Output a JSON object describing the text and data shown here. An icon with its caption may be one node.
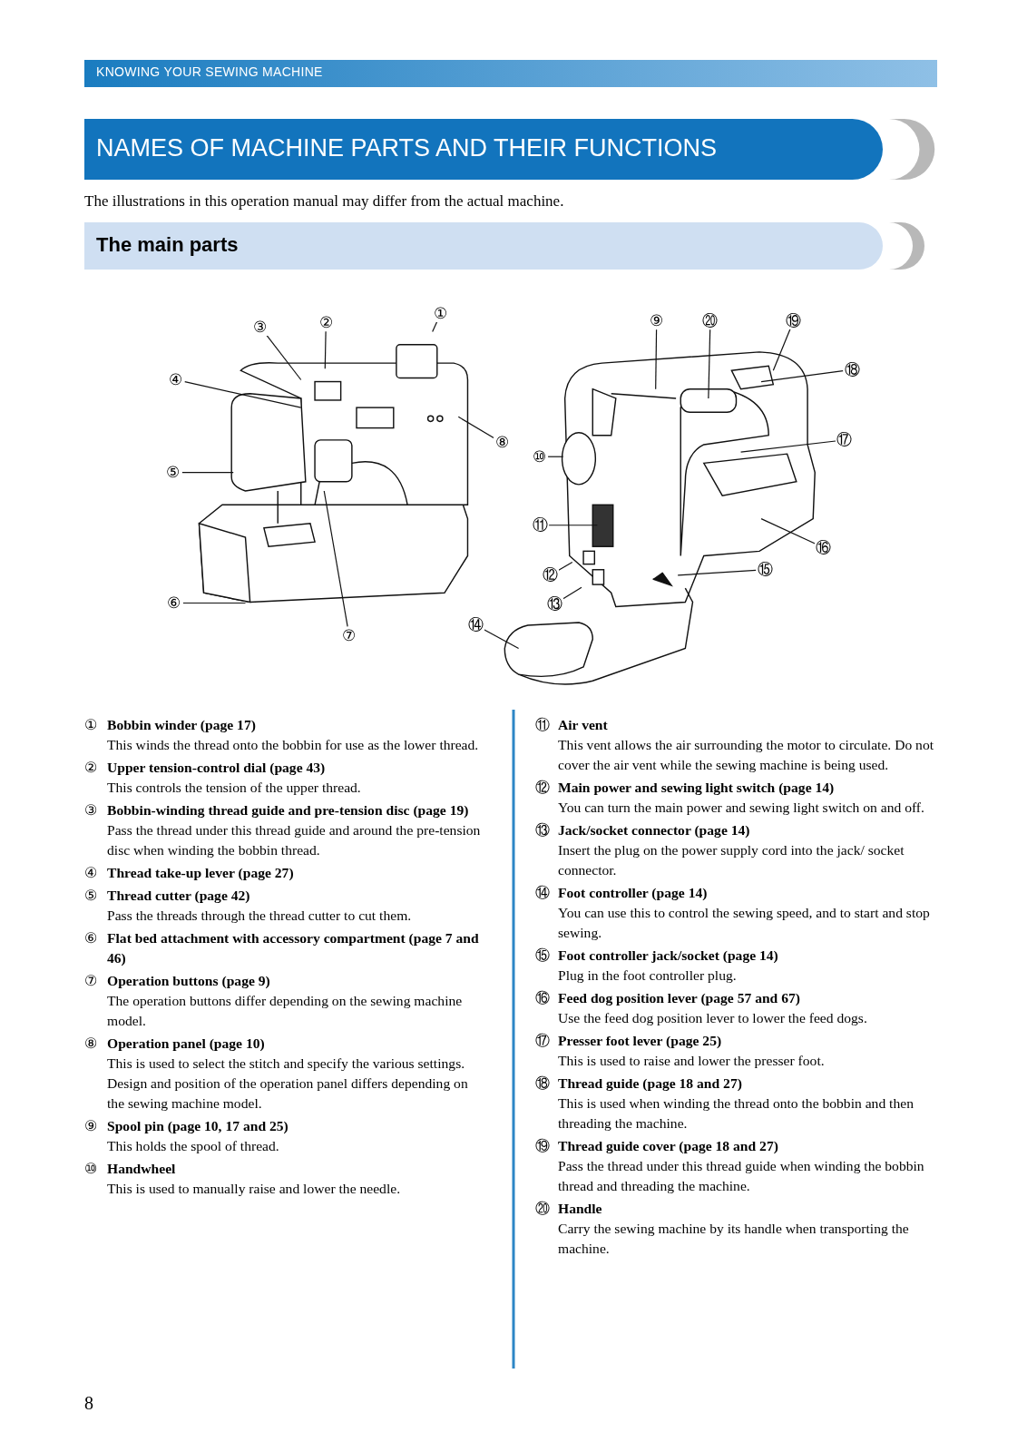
{
  "diagram": {
    "title": "NAMES OF MACHINE PARTS AND THEIR FUNCTIONS",
    "nodes": [
      {
        "text": [
          "①"
        ]
      },
      {
        "text": [
          "②"
        ]
      },
      {
        "text": [
          "③"
        ]
      },
      {
        "text": [
          "④"
        ]
      },
      {
        "text": [
          "⑤"
        ]
      },
      {
        "text": [
          "⑥"
        ]
      },
      {
        "text": [
          "⑦"
        ]
      },
      {
        "text": [
          "⑧"
        ]
      },
      {
        "text": [
          "⑨"
        ]
      },
      {
        "text": [
          "⑩"
        ]
      },
      {
        "text": [
          "⑪"
        ]
      },
      {
        "text": [
          "⑫"
        ]
      },
      {
        "text": [
          "⑬"
        ]
      },
      {
        "text": [
          "⑭"
        ]
      },
      {
        "text": [
          "⑮"
        ]
      },
      {
        "text": [
          "⑯"
        ]
      },
      {
        "text": [
          "⑰"
        ]
      },
      {
        "text": [
          "⑱"
        ]
      },
      {
        "text": [
          "⑲"
        ]
      },
      {
        "text": [
          "⑳"
        ]
      }
    ],
    "edges": [
      {
        "from": 0,
        "to": null,
        "arrow": "none"
      },
      {
        "from": 1,
        "to": null,
        "arrow": "none"
      },
      {
        "from": 2,
        "to": null,
        "arrow": "none"
      },
      {
        "from": 3,
        "to": null,
        "arrow": "none"
      },
      {
        "from": 4,
        "to": null,
        "arrow": "none"
      },
      {
        "from": 5,
        "to": null,
        "arrow": "none"
      },
      {
        "from": 6,
        "to": null,
        "arrow": "none"
      },
      {
        "from": 7,
        "to": null,
        "arrow": "none"
      },
      {
        "from": 8,
        "to": null,
        "arrow": "none"
      },
      {
        "from": 9,
        "to": null,
        "arrow": "none"
      },
      {
        "from": 10,
        "to": null,
        "arrow": "none"
      },
      {
        "from": 11,
        "to": null,
        "arrow": "none"
      },
      {
        "from": 12,
        "to": null,
        "arrow": "none"
      },
      {
        "from": 13,
        "to": null,
        "arrow": "none"
      },
      {
        "from": 14,
        "to": null,
        "arrow": "none"
      },
      {
        "from": 15,
        "to": null,
        "arrow": "none"
      },
      {
        "from": 16,
        "to": null,
        "arrow": "none"
      },
      {
        "from": 17,
        "to": null,
        "arrow": "none"
      },
      {
        "from": 18,
        "to": null,
        "arrow": "none"
      },
      {
        "from": 19,
        "to": null,
        "arrow": "none"
      }
    ],
    "labels": [
      "KNOWING YOUR SEWING MACHINE",
      "The illustrations in this operation manual may differ from the actual machine.",
      "The main parts",
      "①",
      "Bobbin winder (page 17)",
      "This winds the thread onto the bobbin for use as the lower thread.",
      "②",
      "Upper tension-control dial (page 43)",
      "This controls the tension of the upper thread.",
      "③",
      "Bobbin-winding thread guide and pre-tension disc (page 19)",
      "Pass the thread under this thread guide and around the pre-tension disc when winding the bobbin thread.",
      "④",
      "Thread take-up lever (page 27)",
      "⑤",
      "Thread cutter (page 42)",
      "Pass the threads through the thread cutter to cut them.",
      "⑥",
      "Flat bed attachment with accessory compartment (page 7 and 46)",
      "⑦",
      "Operation buttons (page 9)",
      "The operation buttons differ depending on the sewing machine model.",
      "⑧",
      "Operation panel (page 10)",
      "This is used to select the stitch and specify the various settings. Design and position of the operation panel differs depending on the sewing machine model.",
      "⑨",
      "Spool pin (page 10, 17 and 25)",
      "This holds the spool of thread.",
      "⑩",
      "Handwheel",
      "This is used to manually raise and lower the needle.",
      "⑪",
      "Air vent",
      "This vent allows the air surrounding the motor to circulate. Do not cover the air vent while the sewing machine is being used.",
      "⑫",
      "Main power and sewing light switch (page 14)",
      "You can turn the main power and sewing light switch on and off.",
      "⑬",
      "Jack/socket connector (page 14)",
      "Insert the plug on the power supply cord into the jack/ socket connector.",
      "⑭",
      "Foot controller (page 14)",
      "You can use this to control the sewing speed, and to start and stop sewing.",
      "⑮",
      "Foot controller jack/socket (page 14)",
      "Plug in the foot controller plug.",
      "⑯",
      "Feed dog position lever (page 57 and 67)",
      "Use the feed dog position lever to lower the feed dogs.",
      "⑰",
      "Presser foot lever (page 25)",
      "This is used to raise and lower the presser foot.",
      "⑱",
      "Thread guide (page 18 and 27)",
      "This is used when winding the thread onto the bobbin and then threading the machine.",
      "⑲",
      "Thread guide cover (page 18 and 27)",
      "Pass the thread under this thread guide when winding the bobbin thread and threading the machine.",
      "⑳",
      "Handle",
      "Carry the sewing machine by its handle when transporting the machine.",
      "8"
    ]
  }
}
